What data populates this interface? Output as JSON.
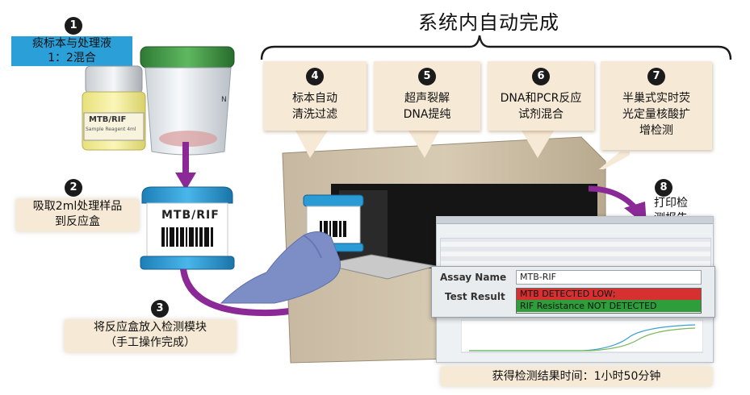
{
  "title": "系统内自动完成",
  "steps": [
    {
      "num": "1",
      "lines": [
        "痰标本与处理液",
        "1：2混合"
      ]
    },
    {
      "num": "2",
      "lines": [
        "吸取2ml处理样品",
        "到反应盒"
      ]
    },
    {
      "num": "3",
      "lines": [
        "将反应盒放入检测模块",
        "（手工操作完成）"
      ]
    },
    {
      "num": "4",
      "lines": [
        "标本自动",
        "清洗过滤"
      ]
    },
    {
      "num": "5",
      "lines": [
        "超声裂解",
        "DNA提纯"
      ]
    },
    {
      "num": "6",
      "lines": [
        "DNA和PCR反应",
        "试剂混合"
      ]
    },
    {
      "num": "7",
      "lines": [
        "半巢式实时荧",
        "光定量核酸扩",
        "增检测"
      ]
    },
    {
      "num": "8",
      "lines": [
        "打印检",
        "测报告"
      ]
    }
  ],
  "cartridge_label": "MTB/RIF",
  "vial_label": "MTB/RIF",
  "vial_sublabel": "Sample Reagent 4ml",
  "result_panel": {
    "assay_name_label": "Assay Name",
    "assay_name_value": "MTB-RIF",
    "test_result_label": "Test Result",
    "result_line1": "MTB DETECTED LOW;",
    "result_line2": "RIF Resistance NOT DETECTED"
  },
  "footer": "获得检测结果时间：1小时50分钟",
  "colors": {
    "accent_purple": "#8b2a97",
    "step1_blue": "#2a9fd8",
    "note_bg": "#f6e9d6",
    "detected_red": "#d63030",
    "not_detected_green": "#2d9e3a",
    "cartridge_blue": "#2b9bd6"
  }
}
